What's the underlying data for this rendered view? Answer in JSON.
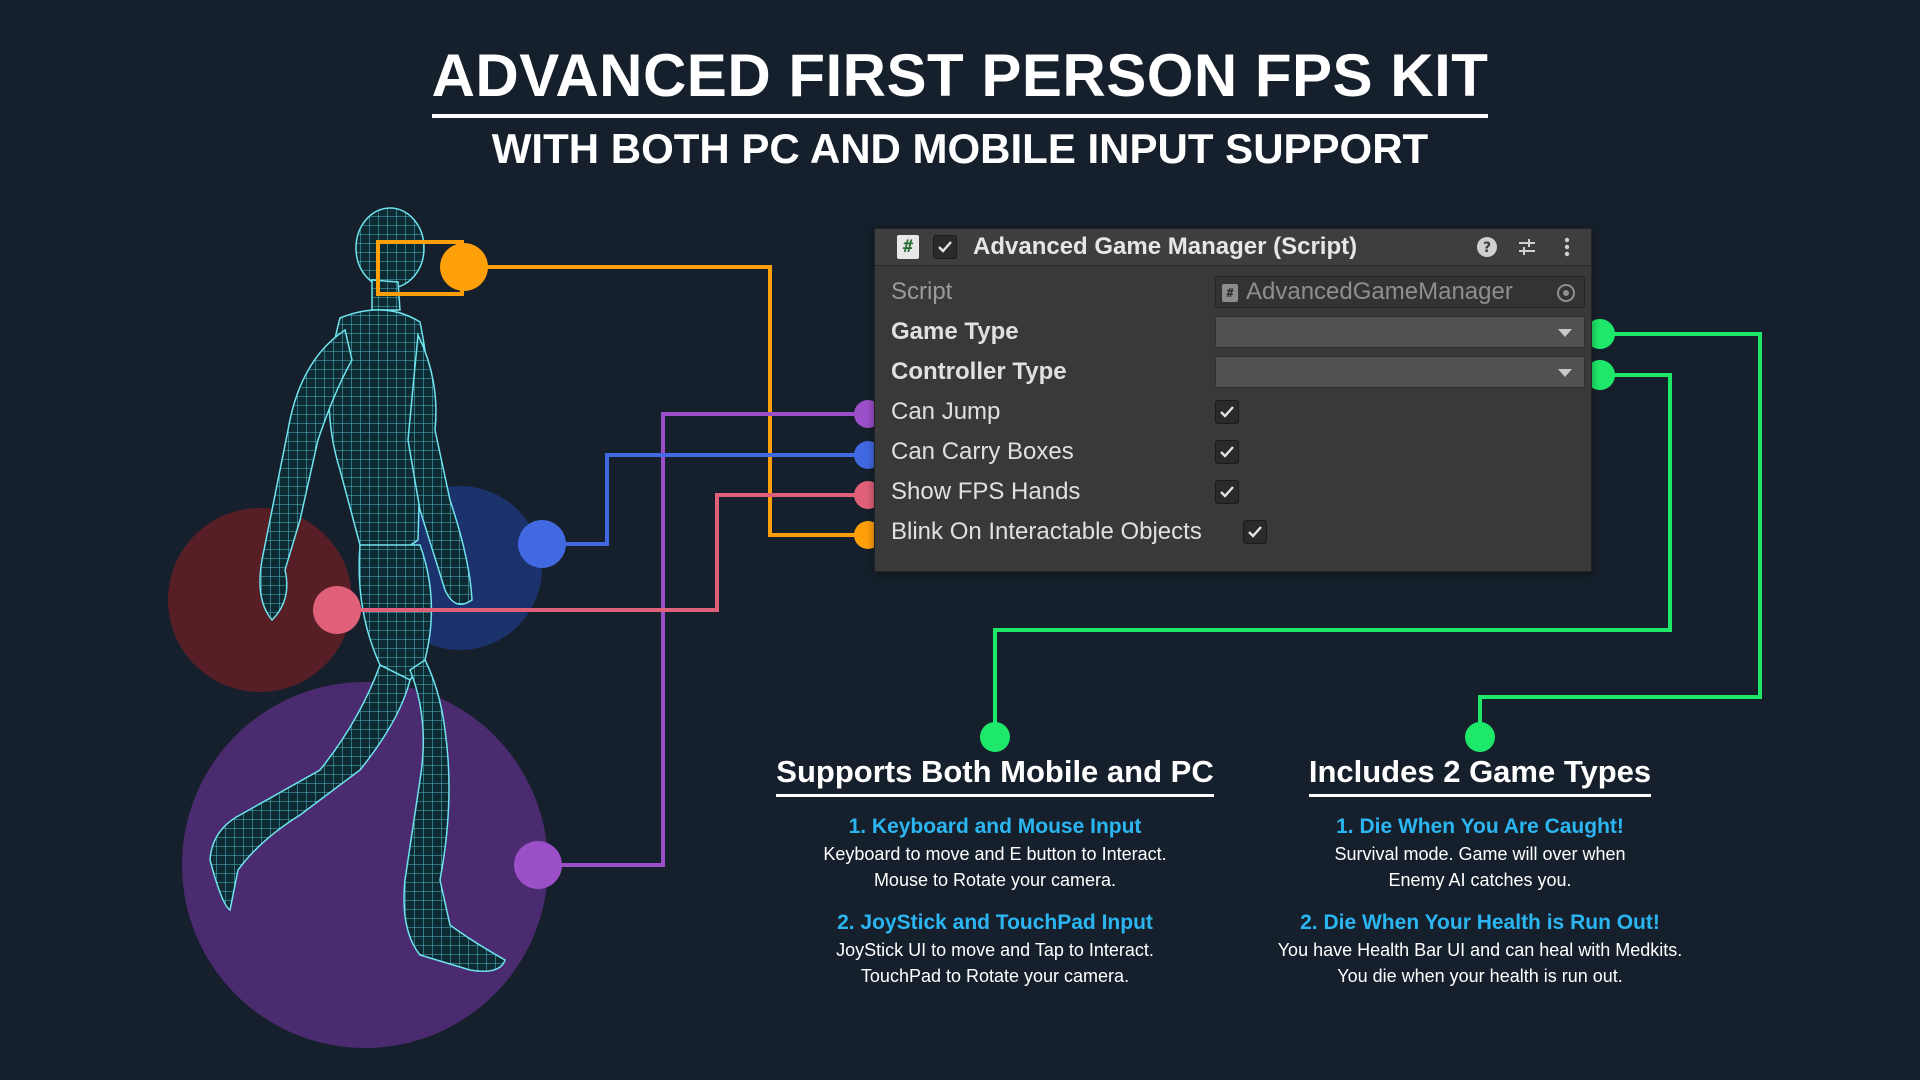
{
  "header": {
    "title": "ADVANCED FIRST PERSON FPS KIT",
    "subtitle": "WITH BOTH PC AND MOBILE INPUT SUPPORT"
  },
  "inspector": {
    "component_title": "Advanced Game Manager (Script)",
    "component_enabled": true,
    "icons": [
      "script-hash-icon",
      "help-icon",
      "preset-sliders-icon",
      "more-vert-icon"
    ],
    "script": {
      "label": "Script",
      "value": "AdvancedGameManager"
    },
    "game_type": {
      "label": "Game Type",
      "value": ""
    },
    "controller_type": {
      "label": "Controller Type",
      "value": ""
    },
    "toggles": [
      {
        "label": "Can Jump",
        "checked": true,
        "dot_color": "#9b4fc9"
      },
      {
        "label": "Can Carry Boxes",
        "checked": true,
        "dot_color": "#4169e1"
      },
      {
        "label": "Show FPS Hands",
        "checked": true,
        "dot_color": "#e0607a"
      },
      {
        "label": "Blink On Interactable Objects",
        "checked": true,
        "dot_color": "#ff9f0a"
      }
    ]
  },
  "features": {
    "mobile_pc": {
      "heading": "Supports Both Mobile and PC",
      "items": [
        {
          "title": "1. Keyboard and Mouse Input",
          "desc": "Keyboard to move and E button to Interact.\nMouse to Rotate your camera."
        },
        {
          "title": "2. JoyStick and TouchPad Input",
          "desc": "JoyStick UI to move and Tap to Interact.\nTouchPad to Rotate your camera."
        }
      ]
    },
    "game_types": {
      "heading": "Includes 2 Game Types",
      "items": [
        {
          "title": "1. Die When You Are Caught!",
          "desc": "Survival mode. Game will over when\nEnemy AI catches you."
        },
        {
          "title": "2. Die When Your Health is Run Out!",
          "desc": "You have Health Bar UI and can heal with Medkits.\nYou die when your health is run out."
        }
      ]
    }
  },
  "colors": {
    "background": "#16202c",
    "connector_green": "#1ee86a",
    "jump_purple": "#9b4fc9",
    "carry_blue": "#4169e1",
    "hands_pink": "#e0607a",
    "blink_orange": "#ff9f0a",
    "heading_blue": "#2bb6f2"
  }
}
